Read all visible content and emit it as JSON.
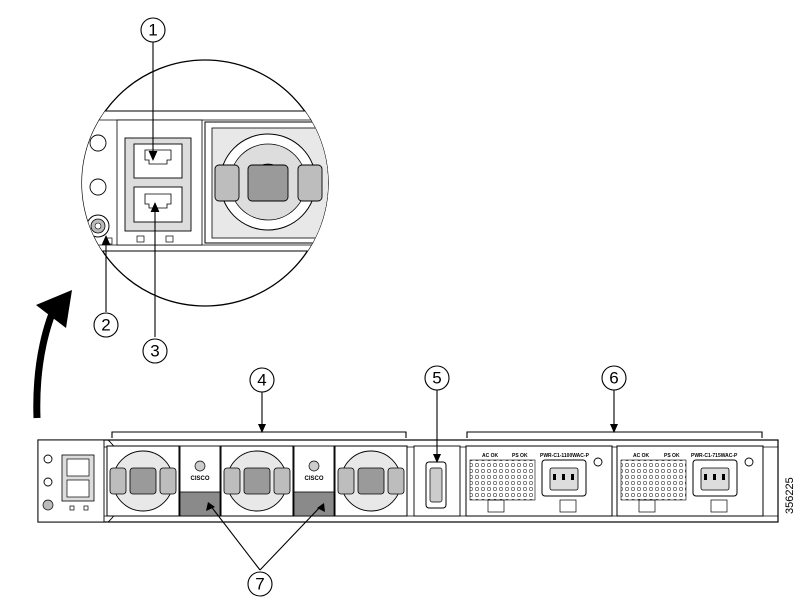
{
  "callouts": [
    {
      "id": "1",
      "label": "1"
    },
    {
      "id": "2",
      "label": "2"
    },
    {
      "id": "3",
      "label": "3"
    },
    {
      "id": "4",
      "label": "4"
    },
    {
      "id": "5",
      "label": "5"
    },
    {
      "id": "6",
      "label": "6"
    },
    {
      "id": "7",
      "label": "7"
    }
  ],
  "logo_text": "CISCO",
  "psu1": {
    "ac_ok": "AC OK",
    "ps_ok": "PS OK",
    "model": "PWR-C1-1100WAC-P"
  },
  "psu2": {
    "ac_ok": "AC OK",
    "ps_ok": "PS OK",
    "model": "PWR-C1-715WAC-P"
  },
  "figure_id": "356225"
}
